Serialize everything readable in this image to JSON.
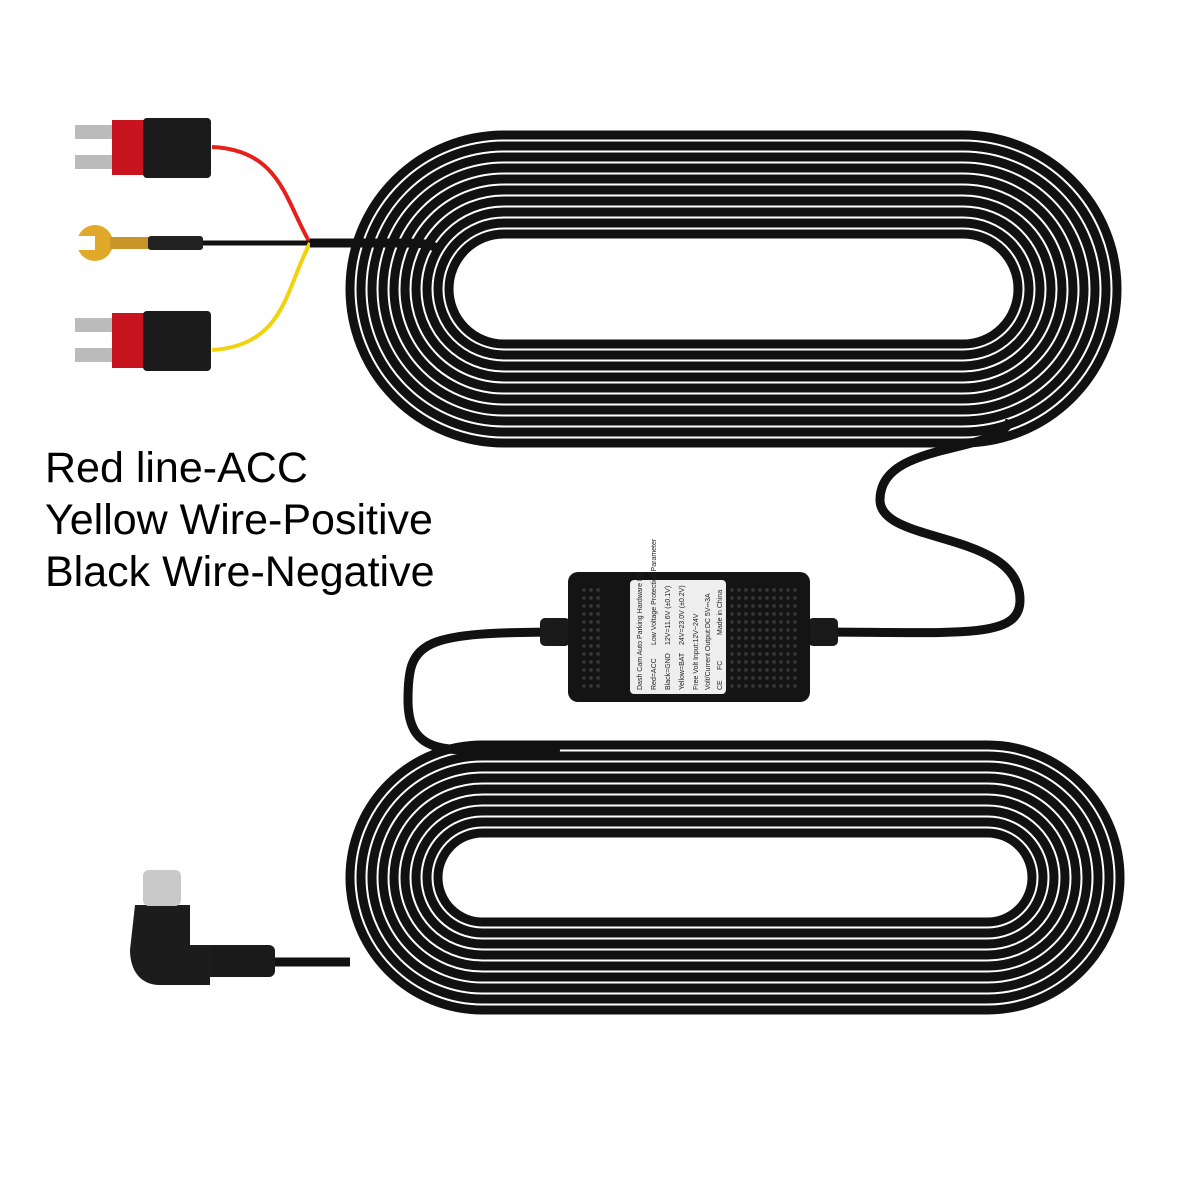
{
  "caption": {
    "lines": [
      "Red line-ACC",
      "Yellow Wire-Positive",
      "Black Wire-Negative"
    ]
  },
  "module_label": {
    "title": "Dash Cam Auto Parking Hardware Kit",
    "wires": [
      "Red=ACC",
      "Black=GND",
      "Yellow=BAT"
    ],
    "protection_header": "Low Voltage Protection Parameter",
    "protection_values": [
      "12V=11.6V (±0.1V)",
      "24V=23.0V (±0.2V)"
    ],
    "input": "Free Volt Input:12V~24V",
    "output": "Volt/Current Output:DC 5V⎓3A",
    "origin": "Made in China",
    "marks": [
      "CE",
      "FC"
    ]
  },
  "colors": {
    "red_wire": "#e8201c",
    "yellow_wire": "#f2d20a",
    "cable": "#111111",
    "fuse_red": "#c8141e"
  }
}
